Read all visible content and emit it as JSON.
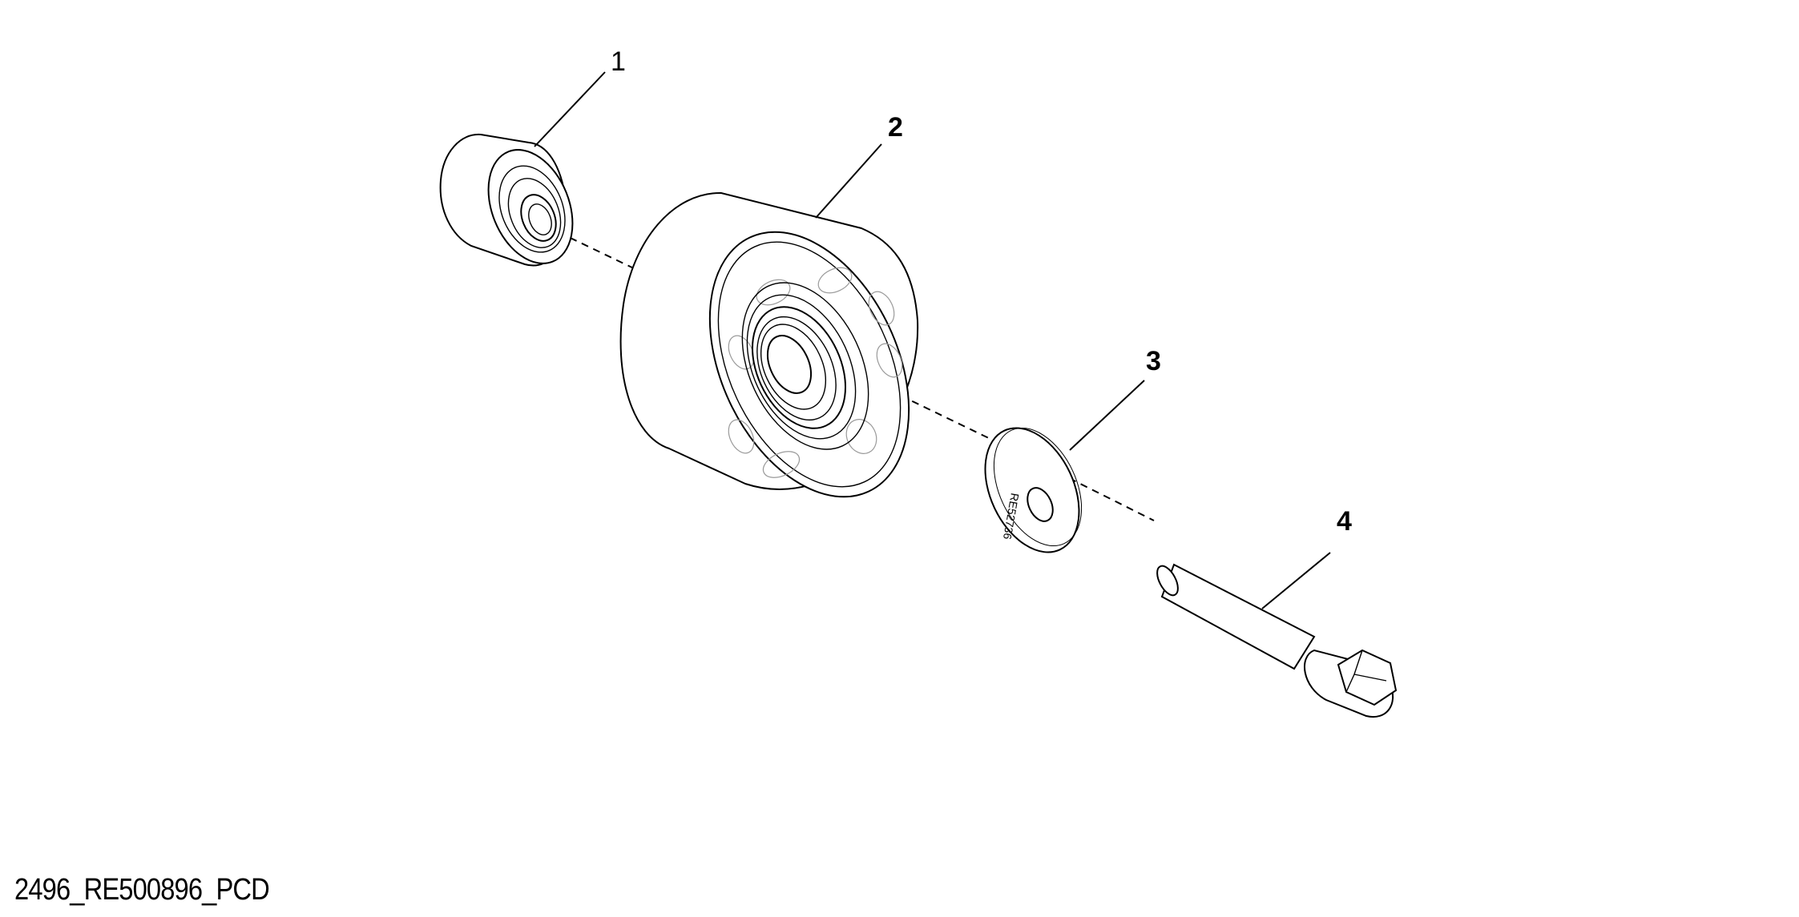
{
  "figure_id": "2496_RE500896_PCD",
  "callouts": [
    {
      "id": "1",
      "label": "1"
    },
    {
      "id": "2",
      "label": "2"
    },
    {
      "id": "3",
      "label": "3"
    },
    {
      "id": "4",
      "label": "4"
    }
  ],
  "washer_marking": "RE52736",
  "parts": [
    {
      "callout": "1",
      "part": "spacer"
    },
    {
      "callout": "2",
      "part": "idler pulley"
    },
    {
      "callout": "3",
      "part": "washer"
    },
    {
      "callout": "4",
      "part": "flange bolt"
    }
  ]
}
